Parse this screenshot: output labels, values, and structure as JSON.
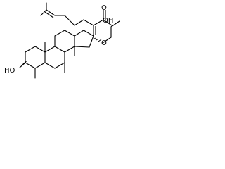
{
  "structure": {
    "atom_labels": {
      "hydroxyl_3": "HO",
      "carbonyl_oxygen": "O",
      "acid_oh": "OH",
      "acetoxy_oxygen": "O"
    },
    "stereo_bonds": [
      "wedge",
      "hashed-wedge"
    ]
  }
}
